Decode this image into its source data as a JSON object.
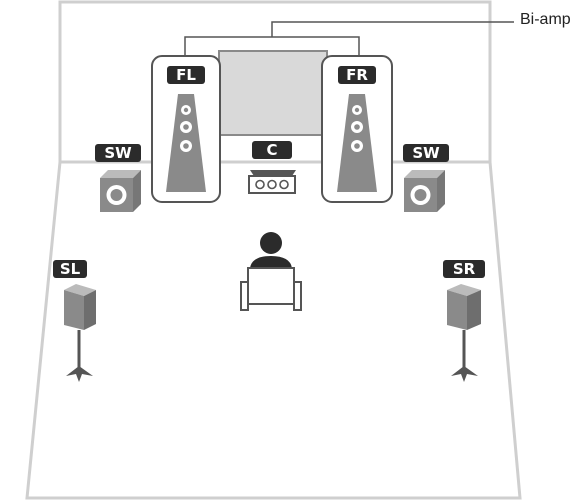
{
  "annotation": {
    "biamp_label": "Bi-amp"
  },
  "speakers": {
    "front_left": "FL",
    "front_right": "FR",
    "center": "C",
    "subwoofer_left": "SW",
    "subwoofer_right": "SW",
    "surround_left": "SL",
    "surround_right": "SR"
  },
  "colors": {
    "room_outline": "#cfcfcf",
    "label_fill": "#2b2b2b",
    "speaker_gray": "#8a8a8a",
    "screen_fill": "#d9d9d9"
  }
}
